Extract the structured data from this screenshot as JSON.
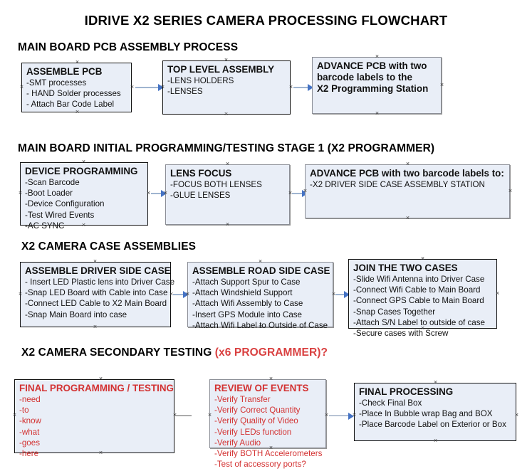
{
  "title": "IDRIVE X2  SERIES CAMERA PROCESSING FLOWCHART",
  "colors": {
    "node_fill": "#e9eef7",
    "node_border_thin": "#111111",
    "node_border_thick": "#8b8e96",
    "connector": "#9fb4d0",
    "arrowhead": "#4472c4",
    "accent_red": "#d33232",
    "text": "#111111"
  },
  "sections": [
    {
      "heading": "MAIN BOARD PCB ASSEMBLY PROCESS",
      "heading_accent": "",
      "nodes": [
        {
          "header": "ASSEMBLE PCB",
          "items": [
            "-SMT processes",
            "- HAND Solder processes",
            "- Attach Bar Code Label"
          ]
        },
        {
          "header": "TOP LEVEL ASSEMBLY",
          "items": [
            "-LENS HOLDERS",
            "-LENSES"
          ]
        },
        {
          "header": "ADVANCE PCB with two",
          "header_lines": [
            "ADVANCE PCB with two",
            "barcode labels to the",
            " X2 Programming Station"
          ],
          "items": []
        }
      ]
    },
    {
      "heading": "MAIN BOARD INITIAL PROGRAMMING/TESTING STAGE 1 (X2 PROGRAMMER)",
      "heading_accent": "",
      "nodes": [
        {
          "header": "DEVICE PROGRAMMING",
          "items": [
            "-Scan Barcode",
            "-Boot Loader",
            "-Device Configuration",
            "-Test Wired Events",
            "-AC SYNC"
          ]
        },
        {
          "header": "LENS FOCUS",
          "items": [
            "-FOCUS BOTH LENSES",
            "-GLUE LENSES"
          ]
        },
        {
          "header": "ADVANCE PCB with two barcode labels to:",
          "items": [
            "-X2 DRIVER  SIDE  CASE  ASSEMBLY STATION"
          ]
        }
      ]
    },
    {
      "heading": "X2 CAMERA CASE ASSEMBLIES",
      "heading_accent": "",
      "nodes": [
        {
          "header": "ASSEMBLE DRIVER SIDE CASE",
          "items": [
            "- Insert LED Plastic lens into Driver Case",
            "-Snap LED Board with Cable into Case",
            "-Connect LED Cable to X2 Main Board",
            "-Snap Main Board into case"
          ]
        },
        {
          "header": "ASSEMBLE ROAD SIDE CASE",
          "items": [
            "-Attach Support Spur to Case",
            "-Attach Windshield Support",
            "-Attach Wifi Assembly to Case",
            "-Insert GPS Module into Case",
            "-Attach Wifi Label to Outside of Case"
          ]
        },
        {
          "header": "JOIN THE TWO CASES",
          "items": [
            "-Slide Wifi Antenna into Driver Case",
            "-Connect Wifi Cable to Main Board",
            "-Connect GPS Cable to Main Board",
            "-Snap Cases Together",
            "-Attach S/N Label to outside of case",
            "-Secure cases with Screw"
          ]
        }
      ]
    },
    {
      "heading": "X2 CAMERA SECONDARY TESTING ",
      "heading_accent": "(x6 PROGRAMMER)?",
      "nodes": [
        {
          "header": "FINAL PROGRAMMING / TESTING",
          "items": [
            "-need",
            "-to",
            "-know",
            "-what",
            "-goes",
            "-here"
          ]
        },
        {
          "header": "REVIEW OF EVENTS",
          "items": [
            "-Verify Transfer",
            "-Verify Correct Quantity",
            "-Verify Quality of Video",
            "-Verify LEDs function",
            "-Verify Audio",
            "-Verify BOTH Accelerometers",
            "-Test of accessory ports?"
          ]
        },
        {
          "header": "FINAL PROCESSING",
          "items": [
            " -Check Final Box",
            "-Place In Bubble wrap Bag and BOX",
            "-Place Barcode Label on Exterior or Box"
          ]
        }
      ]
    }
  ]
}
